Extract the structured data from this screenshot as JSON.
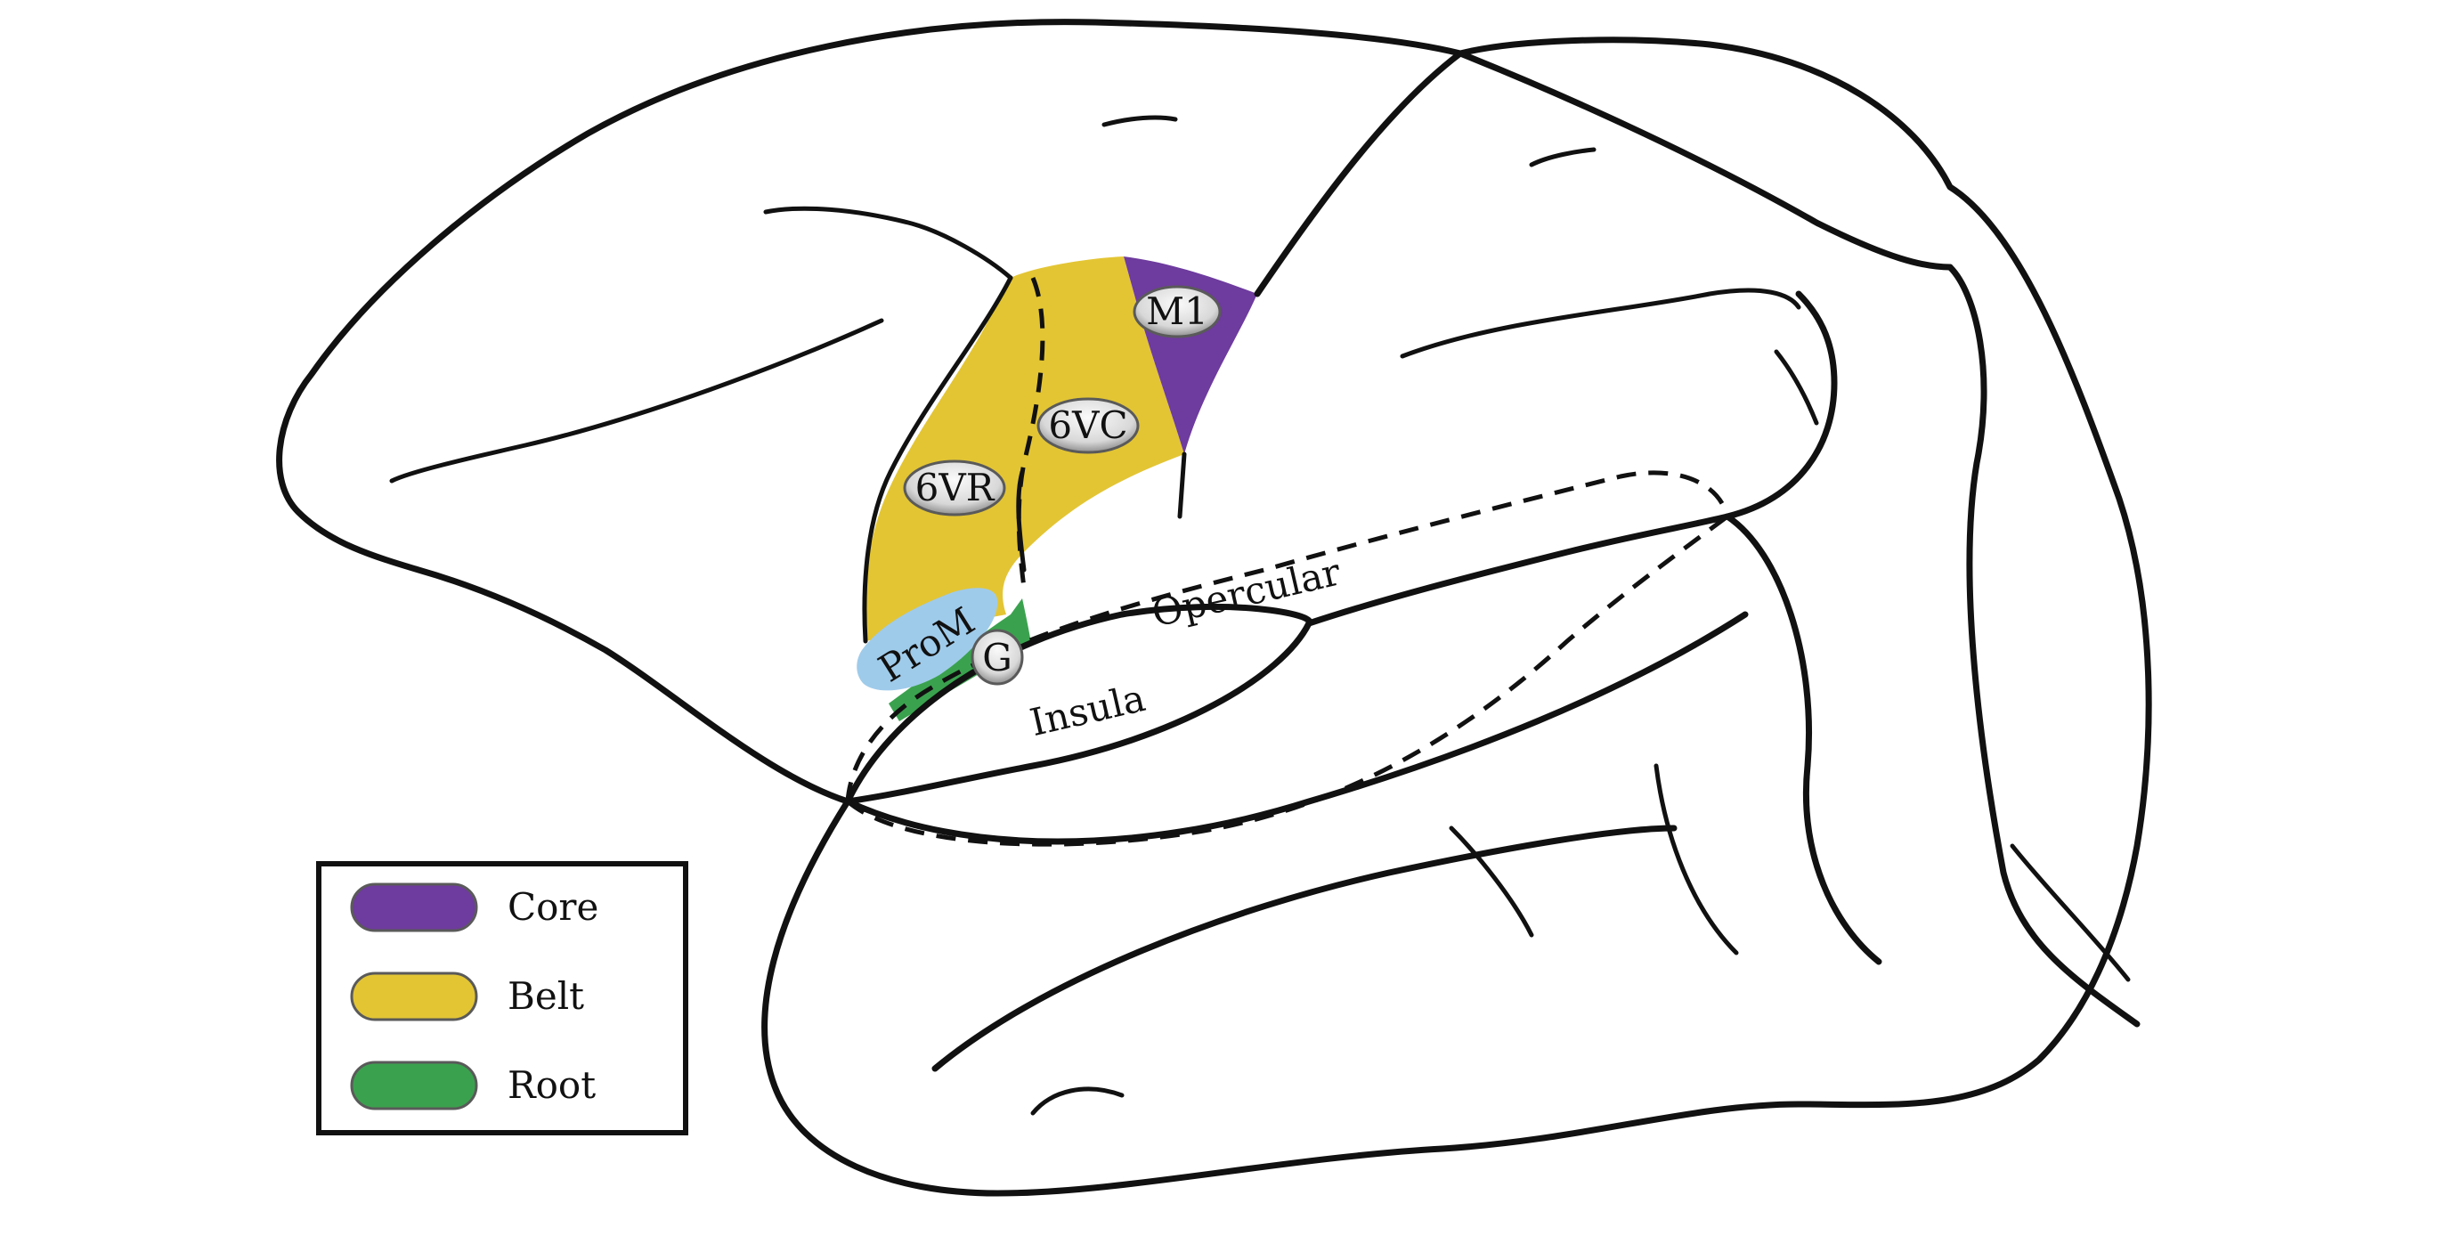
{
  "colors": {
    "core": "#6E3B9E",
    "belt": "#E3C534",
    "root": "#3AA24E",
    "prom": "#9FCBEA",
    "pill_light": "#f4f4f4",
    "pill_dark": "#9a9a9a"
  },
  "areas": {
    "m1": "M1",
    "v6c": "6VC",
    "v6r": "6VR",
    "prom": "ProM",
    "g": "G",
    "opercular": "Opercular",
    "insula": "Insula"
  },
  "legend": {
    "items": [
      {
        "label": "Core",
        "color": "#6E3B9E"
      },
      {
        "label": "Belt",
        "color": "#E3C534"
      },
      {
        "label": "Root",
        "color": "#3AA24E"
      }
    ]
  }
}
